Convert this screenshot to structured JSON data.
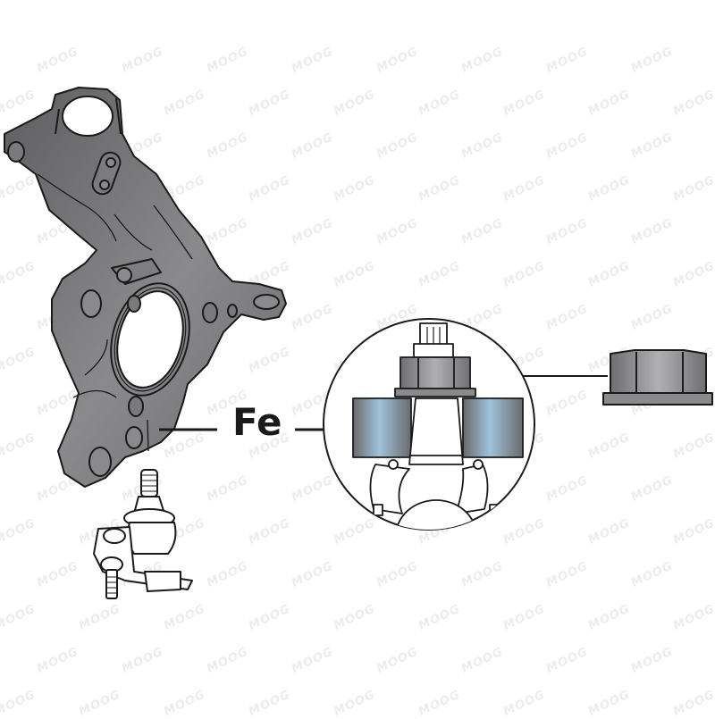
{
  "diagram": {
    "material_label": "Fe",
    "watermark_text": "MOOG",
    "parts": [
      {
        "name": "steering-knuckle",
        "description": "Steering knuckle (cast)"
      },
      {
        "name": "ball-joint",
        "description": "Ball joint"
      },
      {
        "name": "detail-circle",
        "description": "Detail view: knuckle bore with ball joint stud and nut"
      },
      {
        "name": "flange-nut",
        "description": "Hex flange nut"
      }
    ],
    "colors": {
      "knuckle_gray": "#6e6e70",
      "knuckle_light": "#9a9a9c",
      "steel_blue": "#8fb6d0",
      "outline": "#1a1a1a",
      "watermark": "#ececec"
    }
  }
}
